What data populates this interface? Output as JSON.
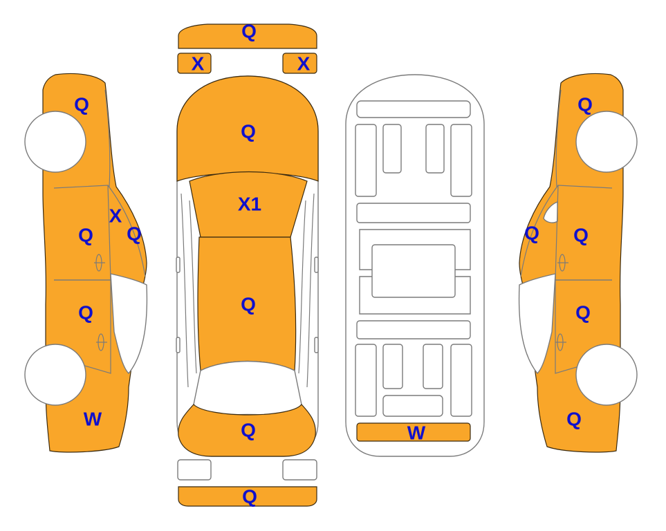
{
  "colors": {
    "damaged_fill": "#f9a629",
    "outline": "#7a7a7a",
    "dark_outline": "#3a2a10",
    "code_text": "#1010cc",
    "background": "#ffffff"
  },
  "panels": {
    "front_bumper_code": "Q",
    "front_left_light_code": "X",
    "front_right_light_code": "X",
    "hood_code": "Q",
    "windshield_code": "X1",
    "roof_code": "Q",
    "trunk_code": "Q",
    "rear_bumper_code": "Q",
    "underbody_rear_code": "W",
    "left_front_fender_code": "Q",
    "left_mirror_code": "X",
    "left_a_pillar_code": "Q",
    "left_front_door_code": "Q",
    "left_rear_door_code": "Q",
    "left_rear_quarter_code": "W",
    "right_front_fender_code": "Q",
    "right_a_pillar_code": "Q",
    "right_front_door_code": "Q",
    "right_rear_door_code": "Q",
    "right_rear_quarter_code": "Q"
  }
}
